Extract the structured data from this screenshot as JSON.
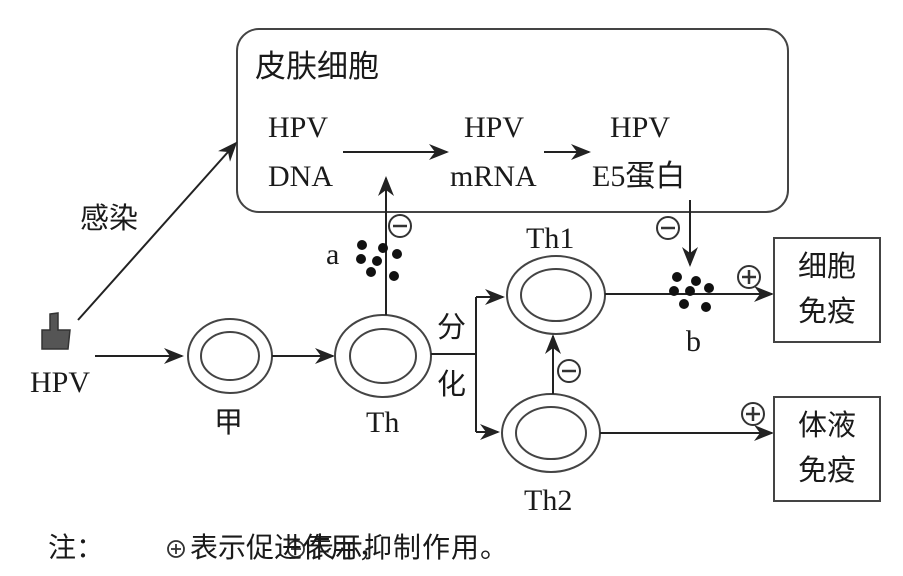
{
  "skin_cell": {
    "title": "皮肤细胞",
    "dna": [
      "HPV",
      "DNA"
    ],
    "mrna": [
      "HPV",
      "mRNA"
    ],
    "protein": [
      "HPV",
      "E5蛋白"
    ]
  },
  "infection_label": "感染",
  "virus_label": "HPV",
  "cells": {
    "jia": "甲",
    "th": "Th",
    "th1": "Th1",
    "th2": "Th2"
  },
  "differentiation_label": [
    "分",
    "化"
  ],
  "substances": {
    "a": "a",
    "b": "b"
  },
  "outcomes": {
    "cellular": [
      "细胞",
      "免疫"
    ],
    "humoral": [
      "体液",
      "免疫"
    ]
  },
  "symbols": {
    "promote": "⊕",
    "inhibit": "⊖"
  },
  "note": {
    "prefix": "注：",
    "promote_text": "表示促进作用，",
    "inhibit_text": "表示抑制作用。"
  }
}
